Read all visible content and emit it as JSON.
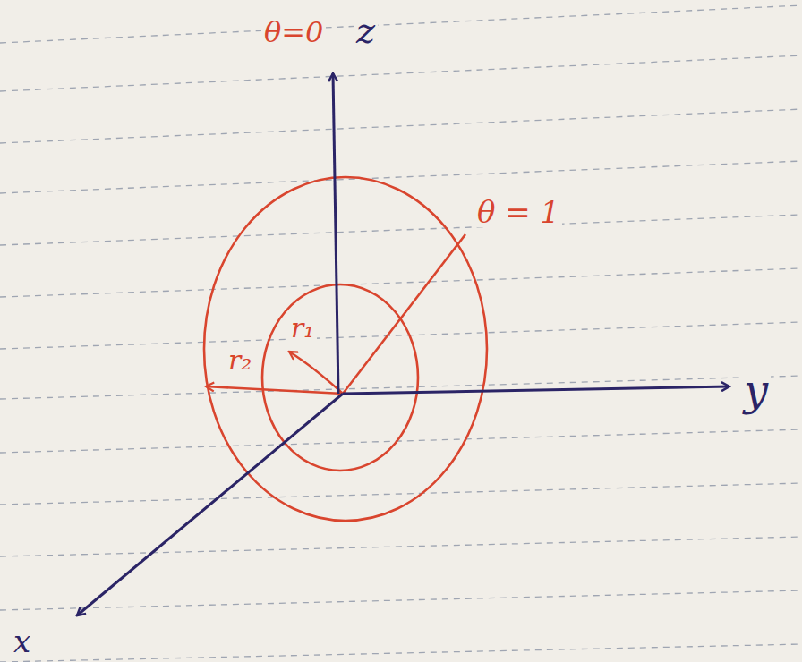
{
  "diagram": {
    "labels": [
      "θ=0",
      "z",
      "θ = 1",
      "r₂",
      "r₁",
      "y",
      "x"
    ]
  }
}
